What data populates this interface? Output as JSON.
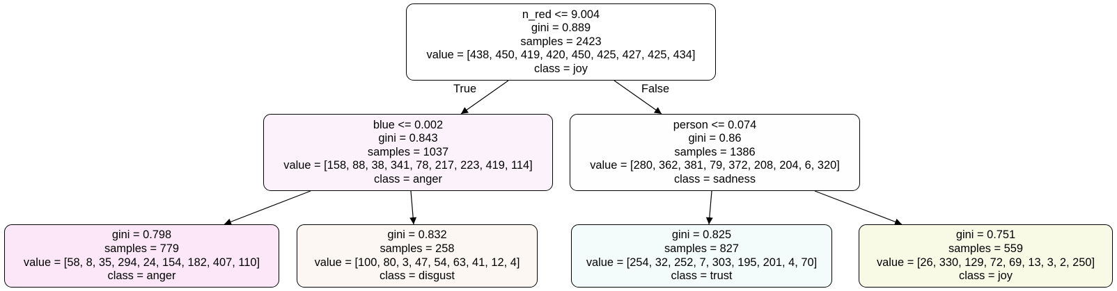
{
  "nodes": {
    "root": {
      "split": "n_red <= 9.004",
      "gini": "gini = 0.889",
      "samples": "samples = 2423",
      "value": "value = [438, 450, 419, 420, 450, 425, 427, 425, 434]",
      "class": "class = joy",
      "fill": "#ffffff"
    },
    "left": {
      "split": "blue <= 0.002",
      "gini": "gini = 0.843",
      "samples": "samples = 1037",
      "value": "value = [158, 88, 38, 341, 78, 217, 223, 419, 114]",
      "class": "class = anger",
      "fill": "#fcf2fb"
    },
    "right": {
      "split": "person <= 0.074",
      "gini": "gini = 0.86",
      "samples": "samples = 1386",
      "value": "value = [280, 362, 381, 79, 372, 208, 204, 6, 320]",
      "class": "class = sadness",
      "fill": "#fefefe"
    },
    "ll": {
      "gini": "gini = 0.798",
      "samples": "samples = 779",
      "value": "value = [58, 8, 35, 294, 24, 154, 182, 407, 110]",
      "class": "class = anger",
      "fill": "#fbe7f8"
    },
    "lr": {
      "gini": "gini = 0.832",
      "samples": "samples = 258",
      "value": "value = [100, 80, 3, 47, 54, 63, 41, 12, 4]",
      "class": "class = disgust",
      "fill": "#fcf7f2"
    },
    "rl": {
      "gini": "gini = 0.825",
      "samples": "samples = 827",
      "value": "value = [254, 32, 252, 7, 303, 195, 201, 4, 70]",
      "class": "class = trust",
      "fill": "#f3fcfb"
    },
    "rr": {
      "gini": "gini = 0.751",
      "samples": "samples = 559",
      "value": "value = [26, 330, 129, 72, 69, 13, 3, 2, 250]",
      "class": "class = joy",
      "fill": "#f8fae6"
    }
  },
  "edges": {
    "true_label": "True",
    "false_label": "False"
  }
}
